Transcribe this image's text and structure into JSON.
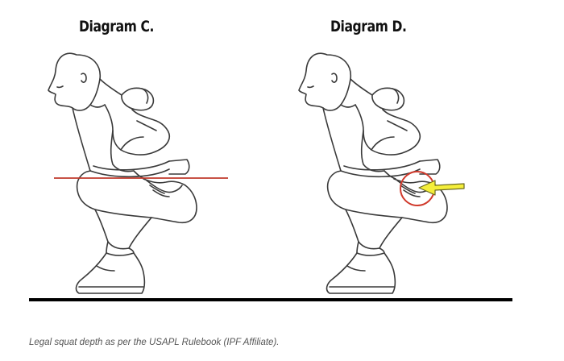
{
  "diagrams": {
    "left": {
      "title": "Diagram C."
    },
    "right": {
      "title": "Diagram D."
    }
  },
  "caption": "Legal squat depth as per the USAPL Rulebook (IPF Affiliate).",
  "colors": {
    "outline": "#3a3a3a",
    "floor": "#000000",
    "reference_line": "#c0392b",
    "highlight_circle": "#d0392b",
    "arrow_fill": "#f4ee3a",
    "arrow_stroke": "#6b6a20"
  }
}
